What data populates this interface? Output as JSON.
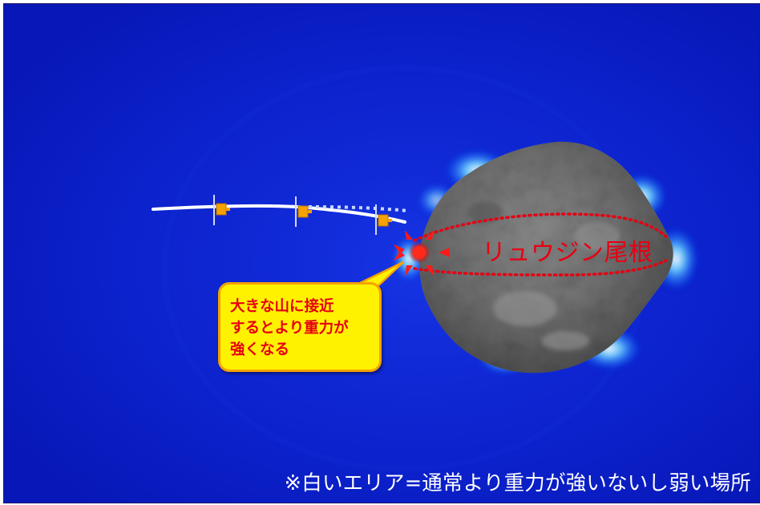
{
  "diagram": {
    "ridge_label": "リュウジン尾根",
    "callout_lines": [
      "大きな山に接近",
      "するとより重力が",
      "強くなる"
    ],
    "footnote": "※白いエリア=通常より重力が強いないし弱い場所"
  },
  "colors": {
    "background": "#0a1ec8",
    "gravity_highlight": "#ffffff",
    "asteroid": "#707070",
    "ridge_outline": "#e60012",
    "callout_fill": "#fff200",
    "callout_border": "#f5a200",
    "spacecraft": "#f5a200"
  },
  "icons": {
    "spacecraft": "spacecraft-icon",
    "target_marker": "landing-target-icon"
  }
}
